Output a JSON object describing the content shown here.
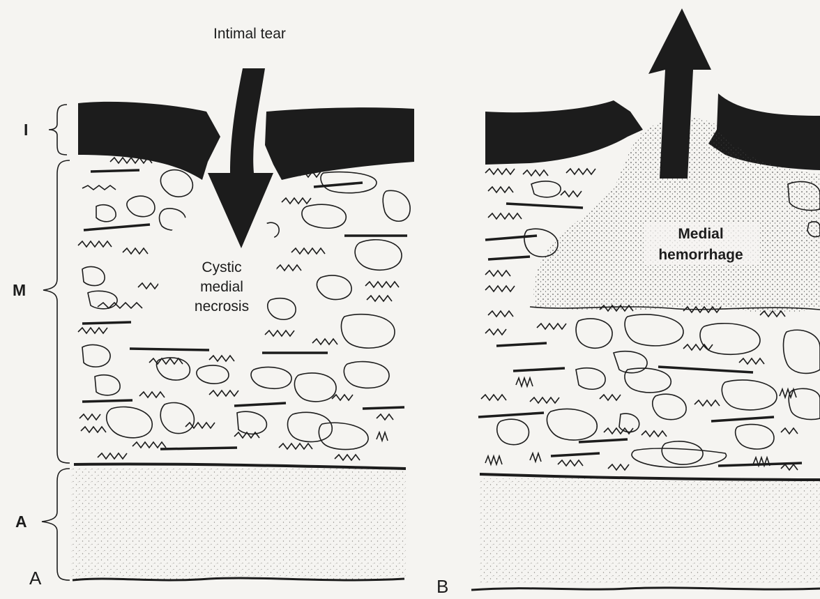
{
  "layer_labels": {
    "intima": "I",
    "media": "M",
    "adventitia": "A"
  },
  "panel_labels": {
    "left": "A",
    "right": "B"
  },
  "annotations": {
    "intimal_tear": "Intimal tear",
    "cystic_line1": "Cystic",
    "cystic_line2": "medial",
    "cystic_line3": "necrosis",
    "hemorrhage_line1": "Medial",
    "hemorrhage_line2": "hemorrhage"
  },
  "colors": {
    "ink": "#1c1c1c",
    "paper": "#f5f4f1",
    "stipple": "#9a9893"
  }
}
